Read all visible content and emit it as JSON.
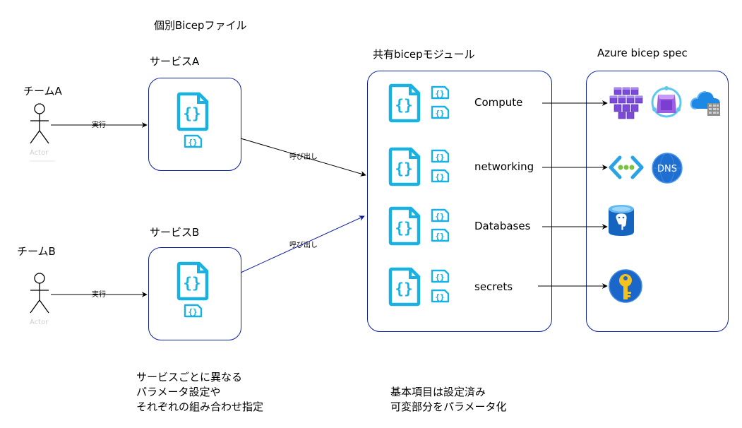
{
  "header": {
    "individual_files": "個別Bicepファイル",
    "shared_modules": "共有bicepモジュール",
    "bicep_spec": "Azure bicep spec"
  },
  "services": [
    {
      "label": "サービスA"
    },
    {
      "label": "サービスB"
    }
  ],
  "teams": [
    {
      "label": "チームA",
      "actor": "Actor",
      "action": "実行"
    },
    {
      "label": "チームB",
      "actor": "Actor",
      "action": "実行"
    }
  ],
  "calls": [
    "呼び出し",
    "呼び出し"
  ],
  "modules": [
    {
      "label": "Compute"
    },
    {
      "label": "networking"
    },
    {
      "label": "Databases"
    },
    {
      "label": "secrets"
    }
  ],
  "notes": {
    "services": [
      "サービスごとに異なる",
      "パラメータ設定や",
      "それぞれの組み合わせ指定"
    ],
    "modules": [
      "基本項目は設定済み",
      "可変部分をパラメータ化"
    ]
  },
  "icons": {
    "bicep_file": "bicep-file-icon",
    "actor": "actor-icon",
    "compute": [
      "kubernetes-icon",
      "container-registry-icon",
      "cloud-service-icon"
    ],
    "networking": [
      "virtual-network-icon",
      "dns-icon"
    ],
    "databases": [
      "postgresql-database-icon"
    ],
    "secrets": [
      "key-vault-icon"
    ]
  },
  "colors": {
    "box_border": "#0c1fa0",
    "bicep_icon": "#18b1e3",
    "arrow_blue": "#0c1fa0",
    "arrow_black": "#000000"
  }
}
